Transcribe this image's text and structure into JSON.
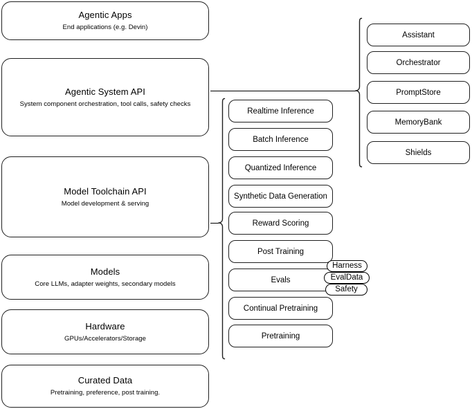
{
  "diagram": {
    "title": "Agentic AI stack layers",
    "stroke_color": "#1f1f1f",
    "background_color": "#ffffff"
  },
  "layers": [
    {
      "id": "agentic-apps",
      "title": "Agentic Apps",
      "subtitle": "End applications (e.g. Devin)"
    },
    {
      "id": "agentic-system-api",
      "title": "Agentic System API",
      "subtitle": "System component orchestration, tool calls, safety checks"
    },
    {
      "id": "model-toolchain-api",
      "title": "Model Toolchain API",
      "subtitle": "Model development & serving"
    },
    {
      "id": "models",
      "title": "Models",
      "subtitle": "Core LLMs, adapter weights, secondary models"
    },
    {
      "id": "hardware",
      "title": "Hardware",
      "subtitle": "GPUs/Accelerators/Storage"
    },
    {
      "id": "curated-data",
      "title": "Curated Data",
      "subtitle": "Pretraining, preference, post training."
    }
  ],
  "agentic_system_components": [
    {
      "id": "assistant",
      "label": "Assistant"
    },
    {
      "id": "orchestrator",
      "label": "Orchestrator"
    },
    {
      "id": "promptstore",
      "label": "PromptStore"
    },
    {
      "id": "memorybank",
      "label": "MemoryBank"
    },
    {
      "id": "shields",
      "label": "Shields"
    }
  ],
  "model_toolchain_components": [
    {
      "id": "realtime-inference",
      "label": "Realtime Inference"
    },
    {
      "id": "batch-inference",
      "label": "Batch Inference"
    },
    {
      "id": "quantized-inference",
      "label": "Quantized Inference"
    },
    {
      "id": "synthetic-data-generation",
      "label": "Synthetic Data Generation"
    },
    {
      "id": "reward-scoring",
      "label": "Reward Scoring"
    },
    {
      "id": "post-training",
      "label": "Post Training"
    },
    {
      "id": "evals",
      "label": "Evals"
    },
    {
      "id": "continual-pretraining",
      "label": "Continual Pretraining"
    },
    {
      "id": "pretraining",
      "label": "Pretraining"
    }
  ],
  "evals_chips": [
    {
      "id": "harness",
      "label": "Harness"
    },
    {
      "id": "evaldata",
      "label": "EvalData"
    },
    {
      "id": "safety",
      "label": "Safety"
    }
  ]
}
